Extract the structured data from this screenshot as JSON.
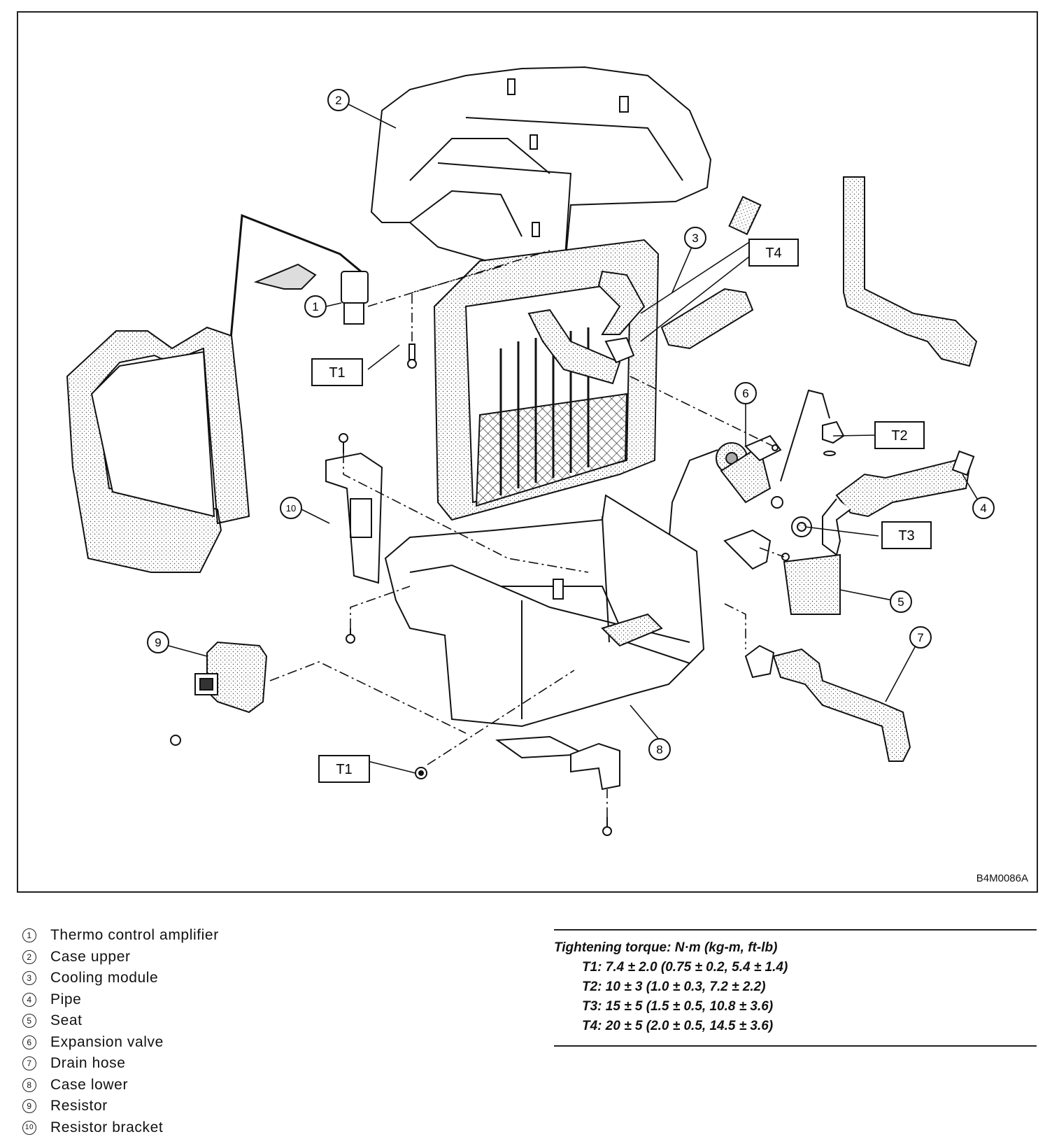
{
  "figure": {
    "code": "B4M0086A",
    "callouts": [
      "1",
      "2",
      "3",
      "4",
      "5",
      "6",
      "7",
      "8",
      "9",
      "10"
    ],
    "torque_tags": {
      "t1_upper": "T1",
      "t1_lower": "T1",
      "t2": "T2",
      "t3": "T3",
      "t4": "T4"
    }
  },
  "legend": [
    {
      "num": "1",
      "label": "Thermo control amplifier"
    },
    {
      "num": "2",
      "label": "Case upper"
    },
    {
      "num": "3",
      "label": "Cooling module"
    },
    {
      "num": "4",
      "label": "Pipe"
    },
    {
      "num": "5",
      "label": "Seat"
    },
    {
      "num": "6",
      "label": "Expansion valve"
    },
    {
      "num": "7",
      "label": "Drain hose"
    },
    {
      "num": "8",
      "label": "Case lower"
    },
    {
      "num": "9",
      "label": "Resistor"
    },
    {
      "num": "10",
      "label": "Resistor bracket"
    }
  ],
  "torque": {
    "heading": "Tightening torque: N·m (kg-m, ft-lb)",
    "rows": [
      "T1: 7.4 ± 2.0 (0.75 ± 0.2, 5.4 ± 1.4)",
      "T2: 10 ± 3 (1.0 ± 0.3, 7.2 ± 2.2)",
      "T3: 15 ± 5 (1.5 ± 0.5, 10.8 ± 3.6)",
      "T4: 20 ± 5 (2.0 ± 0.5, 14.5 ± 3.6)"
    ]
  }
}
